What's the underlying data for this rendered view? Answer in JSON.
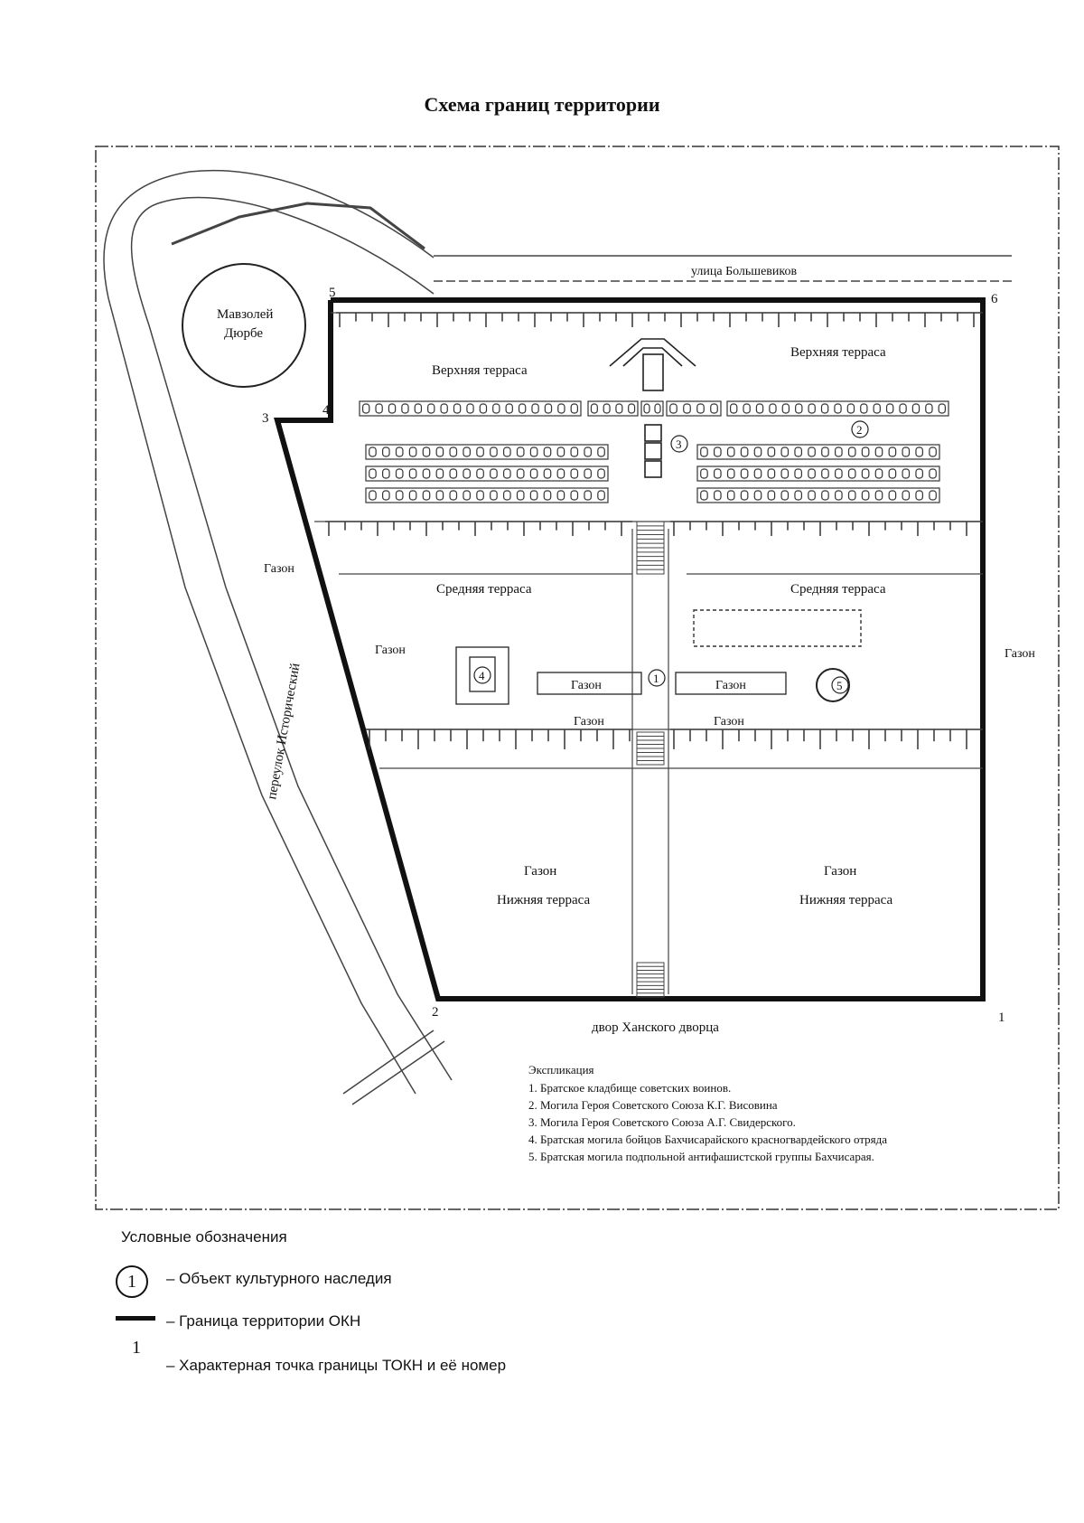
{
  "title": "Схема границ территории",
  "map": {
    "street_north": "улица Большевиков",
    "lane_west": "переулок Исторический",
    "yard_south": "двор Ханского дворца",
    "mausoleum": [
      "Мавзолей",
      "Дюрбе"
    ],
    "upper_terrace": "Верхняя терраса",
    "middle_terrace": "Средняя терраса",
    "lower_terrace": "Нижняя терраса",
    "lawn": "Газон",
    "points": [
      "1",
      "2",
      "3",
      "4",
      "5",
      "6"
    ],
    "objects": [
      "1",
      "2",
      "3",
      "4",
      "5"
    ]
  },
  "explication": {
    "title": "Экспликация",
    "items": [
      "1. Братское кладбище советских воинов.",
      "2. Могила Героя Советского Союза К.Г. Висовина",
      "3. Могила Героя Советского Союза А.Г. Свидерского.",
      "4. Братская могила бойцов Бахчисарайского красногвардейского отряда",
      "5. Братская могила подпольной антифашистской группы Бахчисарая."
    ]
  },
  "legend": {
    "title": "Условные обозначения",
    "okn_symbol": "1",
    "okn_text": "– Объект культурного наследия",
    "border_text": "– Граница территории ОКН",
    "point_number": "1",
    "point_text": "– Характерная точка границы ТОКН и её номер"
  }
}
